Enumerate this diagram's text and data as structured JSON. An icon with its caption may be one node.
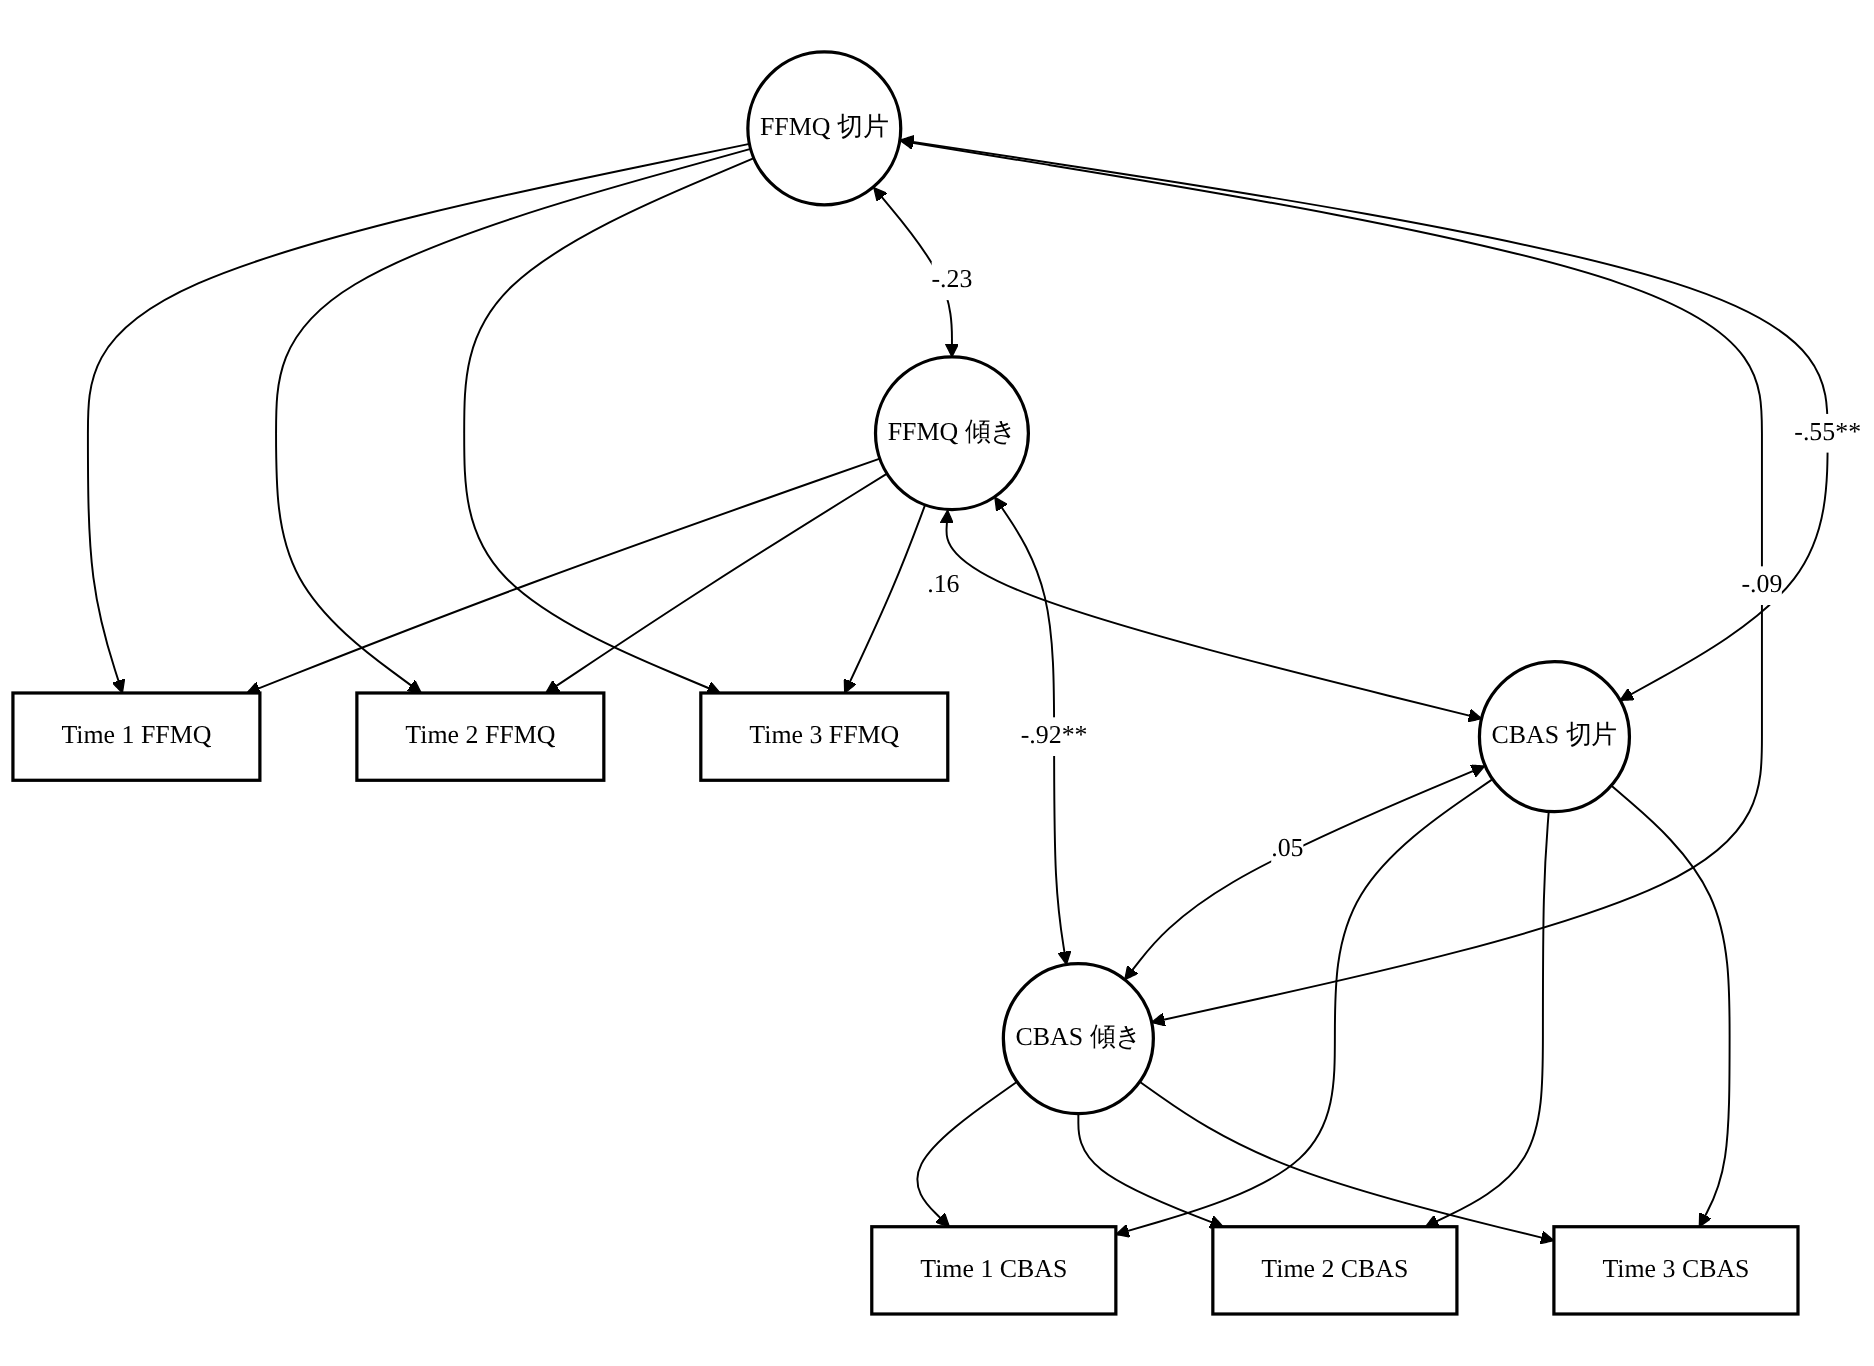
{
  "diagram": {
    "nodes": [
      {
        "text": [
          "Time 1 FFMQ"
        ]
      },
      {
        "text": [
          "Time 2 FFMQ"
        ]
      },
      {
        "text": [
          "Time 3 FFMQ"
        ]
      },
      {
        "text": [
          "FFMQ 切片"
        ]
      },
      {
        "text": [
          "FFMQ 傾き"
        ]
      },
      {
        "text": [
          "CBAS 切片"
        ]
      },
      {
        "text": [
          "CBAS 傾き"
        ]
      },
      {
        "text": [
          "Time 1 CBAS"
        ]
      },
      {
        "text": [
          "Time 2 CBAS"
        ]
      },
      {
        "text": [
          "Time 3 CBAS"
        ]
      }
    ],
    "edges": [
      {
        "from": 3,
        "to": 0,
        "arrow": "to"
      },
      {
        "from": 3,
        "to": 1,
        "arrow": "to"
      },
      {
        "from": 3,
        "to": 2,
        "arrow": "to"
      },
      {
        "from": 4,
        "to": 0,
        "arrow": "to"
      },
      {
        "from": 4,
        "to": 1,
        "arrow": "to"
      },
      {
        "from": 4,
        "to": 2,
        "arrow": "to"
      },
      {
        "from": 3,
        "to": 4,
        "arrow": "both",
        "label": "-.23"
      },
      {
        "from": 3,
        "to": 6,
        "arrow": "both",
        "label": "-.09"
      },
      {
        "from": 3,
        "to": 5,
        "arrow": "both",
        "label": "-.55**"
      },
      {
        "from": 4,
        "to": 5,
        "arrow": "both",
        "label": ".16"
      },
      {
        "from": 4,
        "to": 6,
        "arrow": "both",
        "label": "-.92**"
      },
      {
        "from": 5,
        "to": 6,
        "arrow": "both",
        "label": ".05"
      },
      {
        "from": 5,
        "to": 7,
        "arrow": "to"
      },
      {
        "from": 5,
        "to": 8,
        "arrow": "to"
      },
      {
        "from": 5,
        "to": 9,
        "arrow": "to"
      },
      {
        "from": 6,
        "to": 7,
        "arrow": "to"
      },
      {
        "from": 6,
        "to": 8,
        "arrow": "to"
      },
      {
        "from": 6,
        "to": 9,
        "arrow": "to"
      }
    ]
  }
}
